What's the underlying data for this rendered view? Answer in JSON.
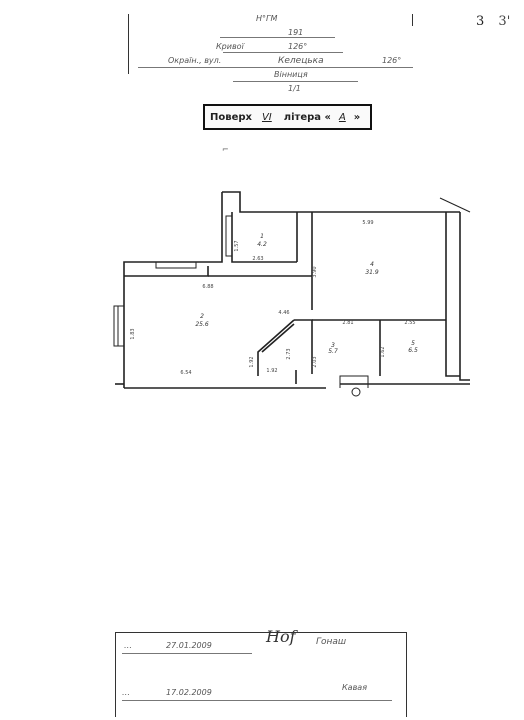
{
  "corner_number": "3",
  "corner_number_mark": "3'",
  "stamp": {
    "line1": "Н°ГМ",
    "line2": "191",
    "line3_prefix": "Кривої",
    "line3_value": "126°",
    "street_prefix": "Окраїн., вул.",
    "street_value": "Келецька",
    "street_number": "126°",
    "city": "Вінниця",
    "line6": "1/1"
  },
  "floor_label": {
    "prefix": "Поверх",
    "floor_value": "VI",
    "letter_prefix": "літера «",
    "letter_value": "А",
    "suffix": "»"
  },
  "plan": {
    "rooms": [
      {
        "num": "1",
        "area": "4.2"
      },
      {
        "num": "2",
        "area": "25.6"
      },
      {
        "num": "3",
        "area": "5.7"
      },
      {
        "num": "4",
        "area": "31.9"
      },
      {
        "num": "5",
        "area": "6.5"
      }
    ],
    "dimensions": [
      "5.99",
      "2.63",
      "1.57",
      "6.88",
      "3.90",
      "4.46",
      "2.81",
      "2.55",
      "6.54",
      "1.92",
      "1.83",
      "1.92",
      "2.73",
      "2.03",
      "1.62"
    ]
  },
  "bottom_stamp": {
    "date1": "27.01.2009",
    "signature": "Гонаш",
    "date2": "17.02.2009",
    "name2": "Кавая"
  }
}
